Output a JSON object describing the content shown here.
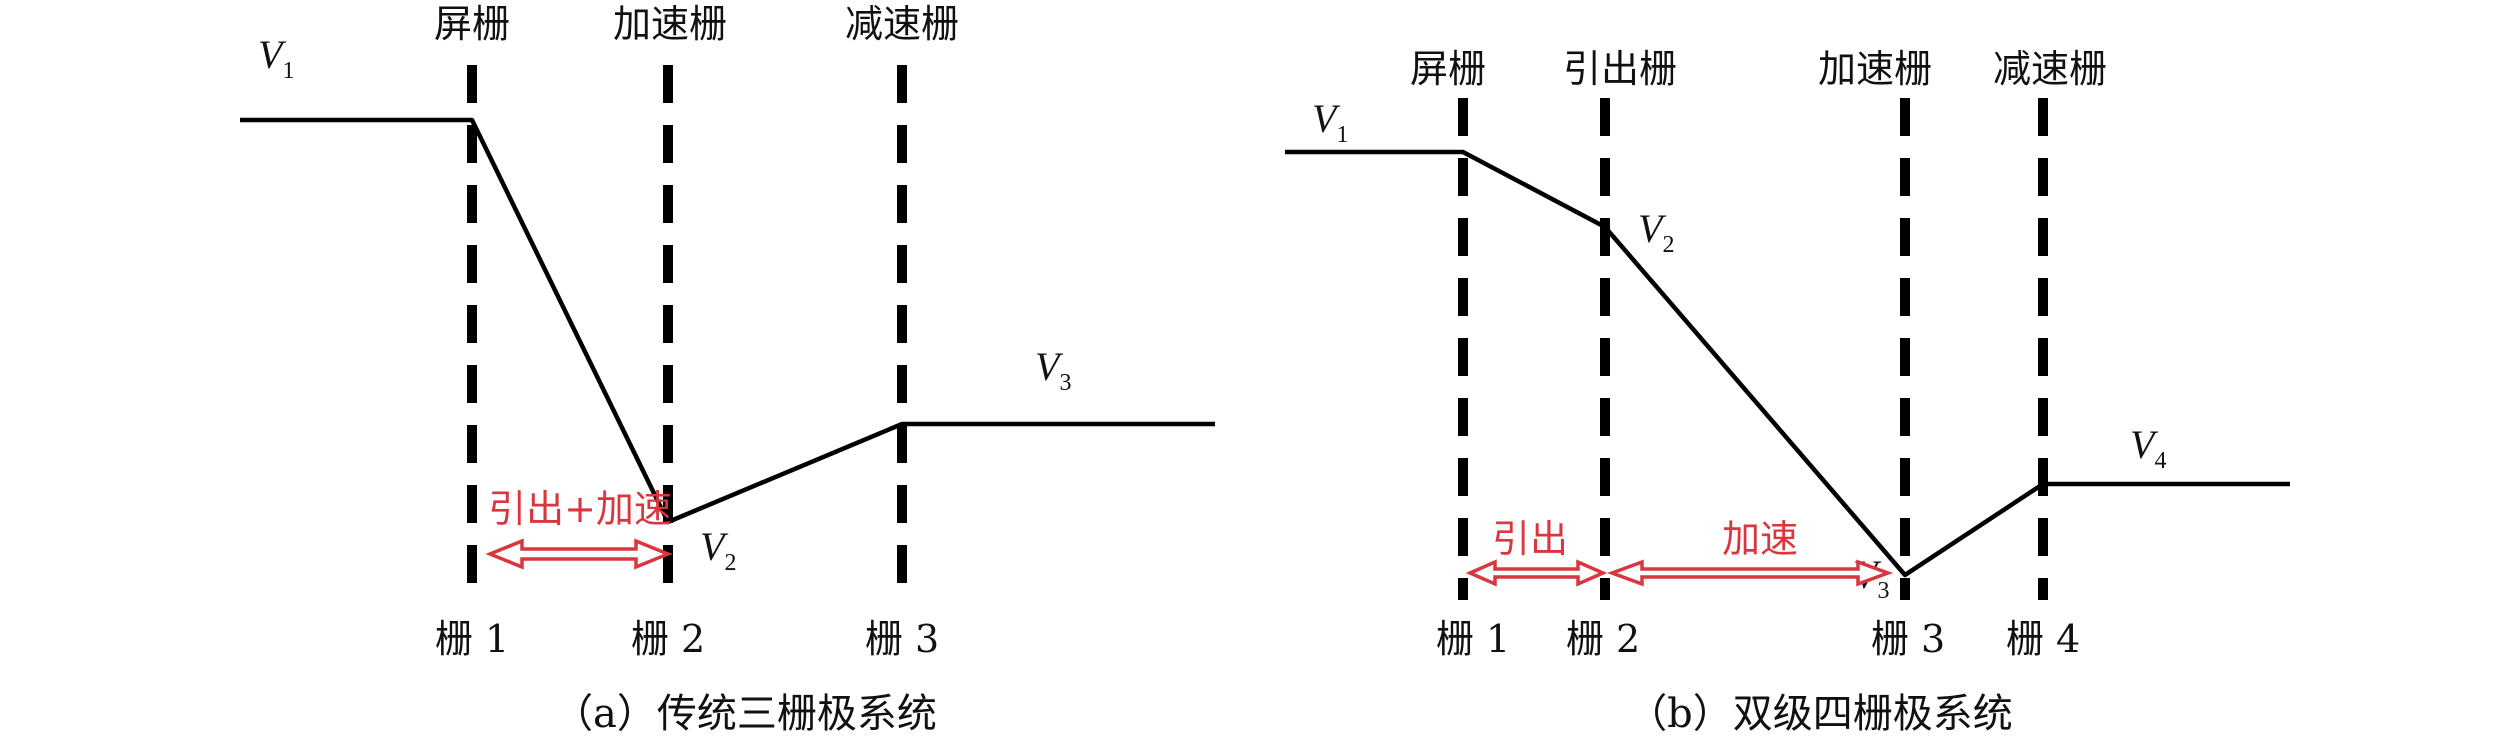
{
  "panel_a": {
    "top_labels": [
      "屏栅",
      "加速栅",
      "减速栅"
    ],
    "bottom_labels": [
      "栅 1",
      "栅 2",
      "栅 3"
    ],
    "potentials": [
      {
        "letter": "V",
        "sub": "1"
      },
      {
        "letter": "V",
        "sub": "2"
      },
      {
        "letter": "V",
        "sub": "3"
      }
    ],
    "arrow_label": "引出+加速",
    "caption": "（a）传统三栅极系统"
  },
  "panel_b": {
    "top_labels": [
      "屏栅",
      "引出栅",
      "加速栅",
      "减速栅"
    ],
    "bottom_labels": [
      "栅 1",
      "栅 2",
      "栅 3",
      "栅 4"
    ],
    "potentials": [
      {
        "letter": "V",
        "sub": "1"
      },
      {
        "letter": "V",
        "sub": "2"
      },
      {
        "letter": "V",
        "sub": "3"
      },
      {
        "letter": "V",
        "sub": "4"
      }
    ],
    "arrow_labels": [
      "引出",
      "加速"
    ],
    "caption": "（b）双级四栅极系统"
  },
  "colors": {
    "line": "#000000",
    "accent": "#d9363e"
  }
}
